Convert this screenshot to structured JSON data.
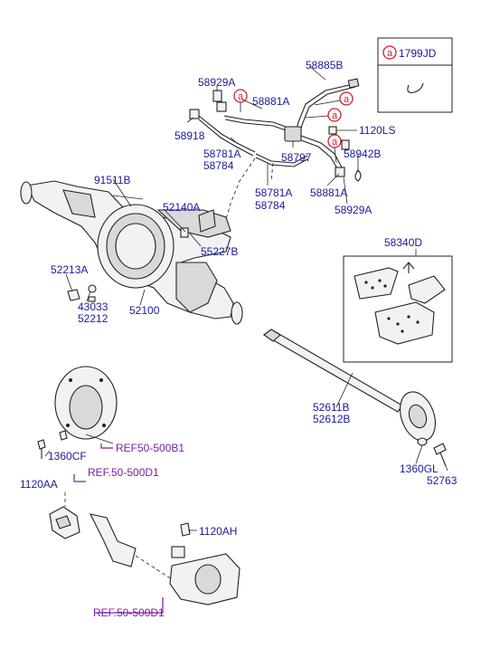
{
  "legend": {
    "marker": "a",
    "part_number": "1799JD"
  },
  "callout_marker": "a",
  "part_numbers": {
    "p58885B": "58885B",
    "p58929A_top": "58929A",
    "p58881A_top": "58881A",
    "p1120LS": "1120LS",
    "p58918": "58918",
    "p58781A_top": "58781A",
    "p58784_top": "58784",
    "p58797": "58797",
    "p58942B": "58942B",
    "p91511B": "91511B",
    "p58781A_mid": "58781A",
    "p58784_mid": "58784",
    "p58881A_mid": "58881A",
    "p58929A_mid": "58929A",
    "p52140A": "52140A",
    "p55227B": "55227B",
    "p58340D": "58340D",
    "p52213A": "52213A",
    "p43033": "43033",
    "p52212": "52212",
    "p52100": "52100",
    "p52611B": "52611B",
    "p52612B": "52612B",
    "p1360CF": "1360CF",
    "p1360GL": "1360GL",
    "p52763": "52763",
    "p1120AA": "1120AA",
    "p1120AH": "1120AH"
  },
  "references": {
    "ref1": "REF50-500B1",
    "ref2": "REF.50-500D1",
    "ref3": "REF.50-500D1"
  }
}
